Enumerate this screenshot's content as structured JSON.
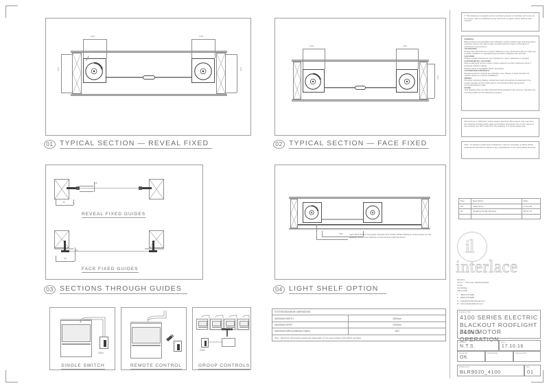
{
  "sheet": {
    "title": "4100 SERIES ELECTRIC BLACKOUT ROOFLIGHT BLIND 240v MOTOR OPERATION",
    "accent": "#8c8c8c"
  },
  "details": [
    {
      "num": "01",
      "label": "TYPICAL SECTION  —  REVEAL FIXED"
    },
    {
      "num": "02",
      "label": "TYPICAL SECTION  —  FACE FIXED"
    },
    {
      "num": "03",
      "label": "SECTIONS THROUGH GUIDES"
    },
    {
      "num": "04",
      "label": "LIGHT SHELF OPTION"
    }
  ],
  "guide_labels": {
    "reveal": "REVEAL FIXED GUIDES",
    "face": "FACE FIXED GUIDES"
  },
  "dimensions": {
    "d1": "100",
    "d2": "100",
    "d3": "100",
    "d4": "100",
    "side_left": "104",
    "side_right": "104",
    "guide_a": "25",
    "guide_b": "35",
    "guide_c": "25",
    "guide_d": "35",
    "light_shelf": "500"
  },
  "light_shelf_note": "Light Shelf System Conceals Cassette And Guides Whilst Taking Up Inaccuracies In The Building Construction Without Compromising Light Exclusion",
  "notes": {
    "copyright": "© This drawing is copyright and its exclusive property of Interlace and must not be copied, used or published by any electronic or paper means without prior consent.",
    "general_blocks": [
      {
        "heading": "GENERAL",
        "body": "Blind sections and elevations are indicative of blind system type and dimensions.\nInterlace reserve the right to alter products without notice on the basis of continuous improvement."
      },
      {
        "heading": "TOLERANCE",
        "body": "Please note that tolerance must be allowed on any dimensions given to take any periodic variations in manufacturing and other variations into account."
      },
      {
        "heading": "COLOURS",
        "body": "Please contact Interlace for any requests for colour swatches or samples."
      },
      {
        "heading": "CUSTOM METAL COLOURS",
        "body": "Most metal parts can be custom colour coated to an RAL reference using a polyester powder coating.\nPlease check compatibility before specifying."
      },
      {
        "heading": "AUTOMATION CONTROLS",
        "body": "Requirements for controls are indicative only. Please contact Interlace for specific advice on control installations."
      },
      {
        "heading": "WIRING",
        "body": "All wiring including cabling, containment and connections is assumed to be project specific and by others and is not included within any generic recommendations made."
      },
      {
        "heading": "FIXING",
        "body": "This drawing does not take individual fixing situations into account. Interlace are not responsible for the substrate provided."
      }
    ],
    "dimension_note": "Dimensions in millimetres unless stated otherwise. Dimensions may vary from this drawing including fabric gaps and bracket dimensions due to the nature of the products. Do NOT scale from this drawing. If in doubt please ask.",
    "seal_note": "Note :  To achieve a high level of blackout it may be necessary to add a silicon bead around the blind to allow for any imperfections in the surrounding structure."
  },
  "revision_table": {
    "columns": [
      "Rev",
      "Description",
      "Date"
    ],
    "rows": [
      {
        "rev": "00",
        "description": "Initial Issue",
        "date": "17.10.16"
      },
      {
        "rev": "01",
        "description": "Headbox Profile Revised",
        "date": "28.07.19"
      },
      {
        "rev": "",
        "description": "",
        "date": ""
      }
    ]
  },
  "max_dimensions": {
    "heading": "SYSTEM MAXIMUM DIMENSIONS",
    "rows": [
      {
        "label": "MAXIMUM WIDTH",
        "value": "2800mm"
      },
      {
        "label": "MAXIMUM DROP",
        "value": "2000mm"
      },
      {
        "label": "MAXIMUM AREA (Standard Fabric)",
        "value": "3m2"
      }
    ],
    "note": "Note :  Maximum dimensions quoted are dependant on the exact weight of the fabric specified"
  },
  "control_options": [
    {
      "label": "SINGLE SWITCH",
      "voltage": "240v"
    },
    {
      "label": "REMOTE CONTROL",
      "voltage": "240v"
    },
    {
      "label": "GROUP CONTROLS",
      "voltage": "240v"
    }
  ],
  "company": {
    "logo_mark": "il",
    "logo_word": "interlace",
    "name": "Interlace",
    "address_lines": [
      "Unit 6  —  The Grip Industrial Estate",
      "Linton",
      "Cambridge",
      "CB21 4XW"
    ],
    "contacts": [
      {
        "key": "T",
        "value": "0800 078 6089"
      },
      {
        "key": "F",
        "value": "0800 078 6088"
      },
      {
        "key": "E",
        "value": "sales@interlaceblinds.com"
      },
      {
        "key": "W",
        "value": "www.interlaceblinds.com"
      }
    ]
  },
  "title_block": {
    "drawing_title_label": "Drawing Title",
    "drawing_title_lines": [
      "4100 SERIES ELECTRIC",
      "BLACKOUT ROOFLIGHT BLIND",
      "240v MOTOR OPERATION"
    ],
    "scale_label": "Scale(s)",
    "scale_value": "N.T.S.",
    "date_label": "Date",
    "date_value": "17.10.16",
    "drawn_label": "Drawn By",
    "drawn_value": "OK",
    "checked_label": "Checked By",
    "checked_value": "",
    "approved_label": "Approved By",
    "approved_value": "",
    "drawing_no_label": "Drawing No",
    "drawing_no_value": "BLR9020_4100",
    "rev_label": "Rev",
    "rev_value": "01"
  }
}
